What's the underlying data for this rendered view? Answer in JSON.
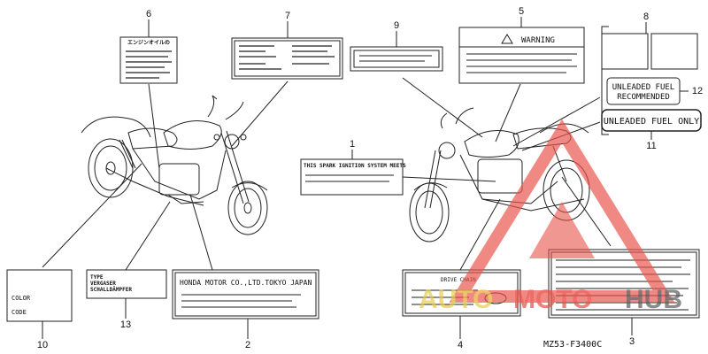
{
  "callouts": [
    "1",
    "2",
    "3",
    "4",
    "5",
    "6",
    "7",
    "8",
    "9",
    "10",
    "11",
    "12",
    "13"
  ],
  "labels": {
    "spark_ignition": "THIS SPARK IGNITION SYSTEM MEETS",
    "warning": "WARNING",
    "unleaded_recommended_line1": "UNLEADED FUEL",
    "unleaded_recommended_line2": "RECOMMENDED",
    "unleaded_only": "UNLEADED FUEL ONLY",
    "honda_motor": "HONDA MOTOR CO.,LTD.TOKYO JAPAN",
    "type_line1": "TYPE",
    "type_line2": "VERGASER",
    "type_line3": "SCHALLDÄMPFER",
    "color": "COLOR",
    "code": "CODE",
    "drive_chain": "DRIVE CHAIN",
    "engine_oil_jp": "エンジンオイルの"
  },
  "part_code": "MZ53-F3400C",
  "watermark": {
    "part1": "AUTO",
    "part2": "MOTO",
    "part3": "HUB",
    "color_primary": "#e8524a",
    "color_secondary": "#e8c84a",
    "color_dark": "#555555"
  }
}
